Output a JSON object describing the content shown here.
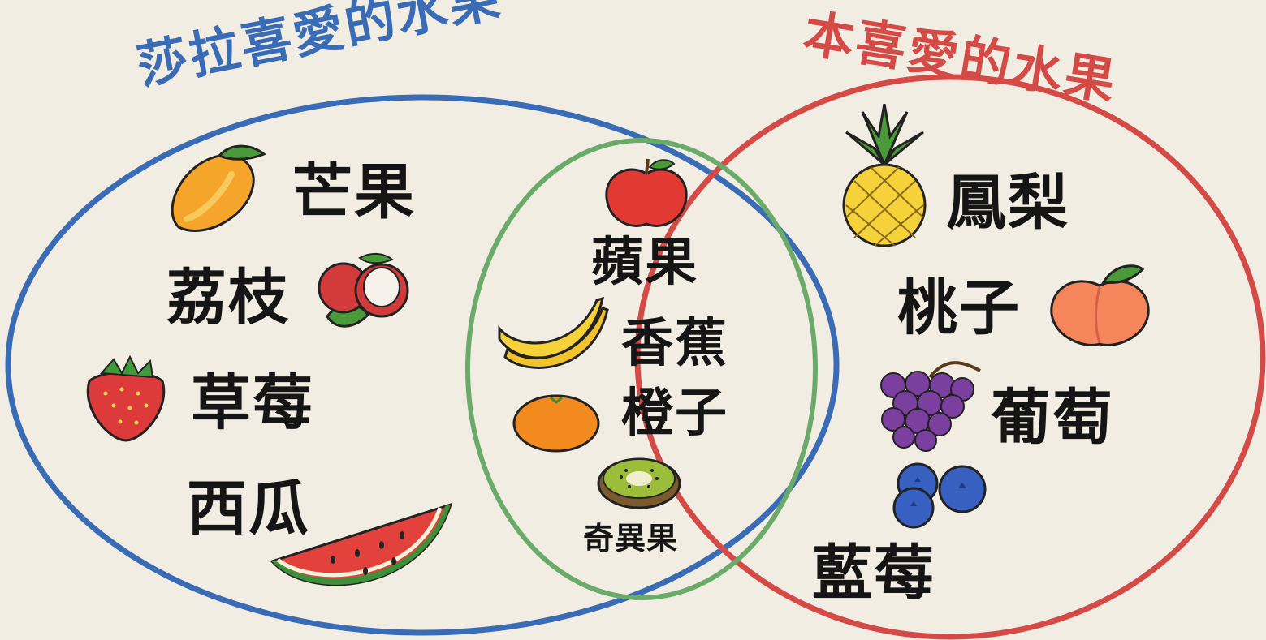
{
  "colors": {
    "background": "#f1ede2",
    "left_set": "#3a6bb5",
    "right_set": "#d44a47",
    "center_circle": "#6aab6a"
  },
  "sets": {
    "left": {
      "title": "莎拉喜愛的水果",
      "items": [
        "芒果",
        "荔枝",
        "草莓",
        "西瓜"
      ]
    },
    "right": {
      "title": "本喜愛的水果",
      "items": [
        "鳳梨",
        "桃子",
        "葡萄",
        "藍莓"
      ]
    },
    "both": {
      "items": [
        "蘋果",
        "香蕉",
        "橙子",
        "奇異果"
      ]
    }
  },
  "icons": [
    "mango-icon",
    "lychee-icon",
    "strawberry-icon",
    "watermelon-icon",
    "apple-icon",
    "banana-icon",
    "orange-icon",
    "kiwi-icon",
    "pineapple-icon",
    "peach-icon",
    "grapes-icon",
    "blueberries-icon"
  ]
}
